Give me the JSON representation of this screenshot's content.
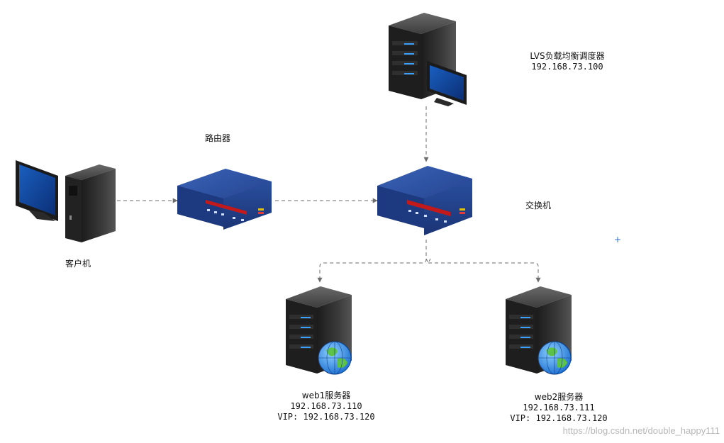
{
  "nodes": {
    "client": {
      "label": "客户机"
    },
    "router": {
      "label": "路由器"
    },
    "switch": {
      "label": "交换机"
    },
    "lvs": {
      "label": "LVS负载均衡调度器",
      "ip": "192.168.73.100"
    },
    "web1": {
      "label": "web1服务器",
      "ip": "192.168.73.110",
      "vip": "VIP: 192.168.73.120"
    },
    "web2": {
      "label": "web2服务器",
      "ip": "192.168.73.111",
      "vip": "VIP: 192.168.73.120"
    }
  },
  "watermark": "https://blog.csdn.net/double_happy111",
  "colors": {
    "edge": "#6e6e6e",
    "device_blue": "#1f3f8c",
    "server_dark": "#2b2b2b",
    "led_blue": "#3aa0ff"
  }
}
